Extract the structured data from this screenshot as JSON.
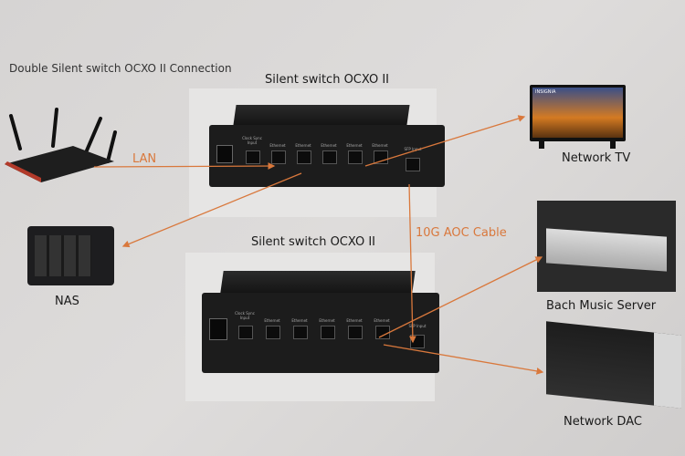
{
  "title": "Double Silent switch OCXO II Connection",
  "switch_top": {
    "title": "Silent switch OCXO II",
    "ports": [
      "Clock Sync Input",
      "Ethernet",
      "Ethernet",
      "Ethernet",
      "Ethernet",
      "Ethernet",
      "SFP Input"
    ]
  },
  "switch_bottom": {
    "title": "Silent switch OCXO II",
    "ports": [
      "Clock Sync Input",
      "Ethernet",
      "Ethernet",
      "Ethernet",
      "Ethernet",
      "Ethernet",
      "SFP Input"
    ]
  },
  "links": {
    "lan": "LAN",
    "aoc": "10G AOC Cable"
  },
  "devices": {
    "nas": "NAS",
    "tv": "Network TV",
    "tv_brand": "INSIGNIA",
    "server": "Bach Music Server",
    "dac": "Network DAC"
  },
  "colors": {
    "arrow": "#d9783c"
  }
}
